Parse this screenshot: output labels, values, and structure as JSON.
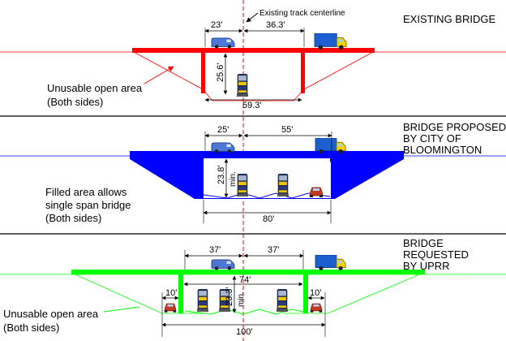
{
  "centerline_label": "Existing track centerline",
  "panels": [
    {
      "title_lines": [
        "EXISTING BRIDGE"
      ],
      "deck_color": "#ff0000",
      "dims": {
        "left_span": "23'",
        "right_span": "36.3'",
        "clearance": "25.6'",
        "width": "59.3'"
      },
      "note_lines": [
        "Unusable open area",
        "(Both sides)"
      ]
    },
    {
      "title_lines": [
        "BRIDGE PROPOSED",
        "BY CITY OF",
        "BLOOMINGTON"
      ],
      "deck_color": "#0000ff",
      "dims": {
        "left_span": "25'",
        "right_span": "55'",
        "clearance": "23.8'",
        "clearance_note": "min.",
        "width": "80'"
      },
      "note_lines": [
        "Filled area allows",
        "single span bridge",
        "(Both sides)"
      ]
    },
    {
      "title_lines": [
        "BRIDGE",
        "REQUESTED",
        "BY UPRR"
      ],
      "deck_color": "#00ff00",
      "dims": {
        "left_span": "37'",
        "right_span": "37'",
        "inner_width": "74'",
        "clearance": "23.3'",
        "clearance_note": "min.",
        "left_side": "10'",
        "right_side": "10'",
        "width": "100'"
      },
      "note_lines": [
        "Unusable open area",
        "(Both sides)"
      ]
    }
  ]
}
